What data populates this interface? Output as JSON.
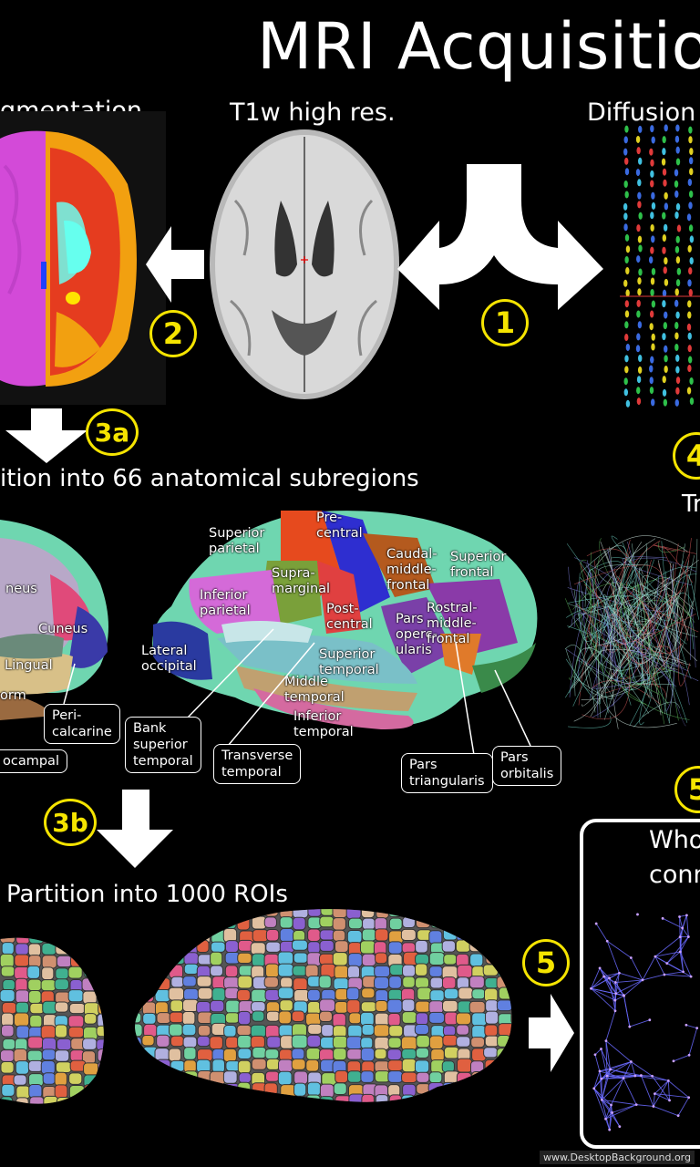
{
  "title": "MRI Acquisitio",
  "headers": {
    "segmentation": "gmentation",
    "t1w": "T1w high res.",
    "diffusion": "Diffusion"
  },
  "steps": {
    "s1": "1",
    "s2": "2",
    "s3a": "3a",
    "s3b": "3b",
    "s4": "4",
    "s5a": "5",
    "s5b": "5"
  },
  "subtitles": {
    "partition66": "ition into 66 anatomical subregions",
    "partition1000": "Partition into 1000 ROIs",
    "tractography": "Tr"
  },
  "regions_left": {
    "cuneus_partial": "neus",
    "cuneus": "Cuneus",
    "lingual": "Lingual",
    "fusiform_partial": "orm",
    "pericalcarine": "Peri-\ncalcarine",
    "parahippocampal_partial": "ocampal"
  },
  "regions_right": {
    "superior_parietal": "Superior\nparietal",
    "precentral": "Pre-\ncentral",
    "caudal_middle_frontal": "Caudal-\nmiddle-\nfrontal",
    "superior_frontal": "Superior\nfrontal",
    "supramarginal": "Supra-\nmarginal",
    "inferior_parietal": "Inferior\nparietal",
    "postcentral": "Post-\ncentral",
    "pars_opercularis": "Pars\noperc-\nularis",
    "rostral_middle_frontal": "Rostral-\nmiddle-\nfrontal",
    "lateral_occipital": "Lateral\noccipital",
    "superior_temporal": "Superior\ntemporal",
    "middle_temporal": "Middle\ntemporal",
    "inferior_temporal": "Inferior\ntemporal",
    "bank_superior_temporal": "Bank\nsuperior\ntemporal",
    "transverse_temporal": "Transverse\ntemporal",
    "pars_triangularis": "Pars\ntriangularis",
    "pars_orbitalis": "Pars\norbitalis"
  },
  "connectome_box": {
    "line1": "Who",
    "line2": "conn"
  },
  "watermark": "www.DesktopBackground.org"
}
